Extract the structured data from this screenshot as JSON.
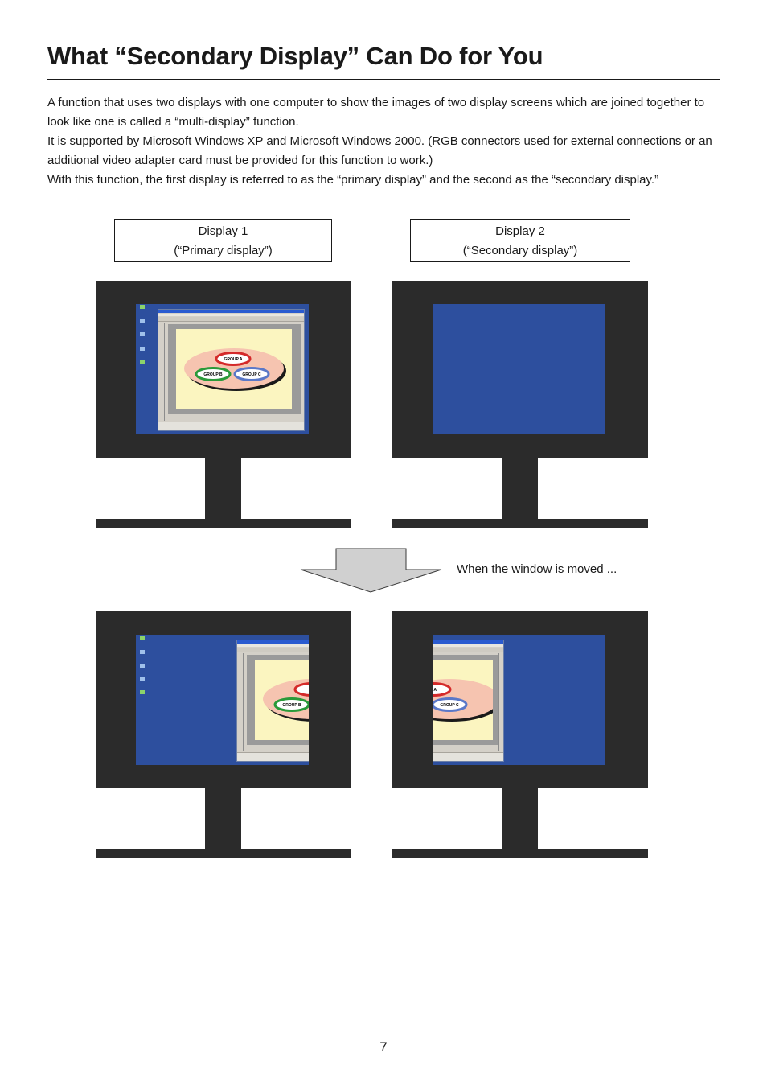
{
  "page": {
    "title": "What “Secondary Display” Can Do for You",
    "page_number": "7"
  },
  "intro": {
    "lines": [
      "A function that uses two displays with one computer to show the images of two display screens which are joined together to look like one is called a “multi-display” function.",
      "It is supported by Microsoft Windows XP and Microsoft Windows 2000. (RGB connectors used for external connections or an additional video adapter card must be provided for this function to work.)",
      "With this function, the first display is referred to as the “primary display” and the second as the “secondary display.”"
    ]
  },
  "labels": {
    "display1": {
      "line1": "Display 1",
      "line2": "(“Primary display”)"
    },
    "display2": {
      "line1": "Display 2",
      "line2": "(“Secondary display”)"
    }
  },
  "arrow": {
    "caption": "When the window is moved ..."
  },
  "colors": {
    "monitor": "#2b2b2b",
    "desktop": "#2d4f9e",
    "ellipse": "#f6c4b0",
    "group_a": "#d42a2a",
    "group_b": "#2a9a3a",
    "group_c": "#5a78c8",
    "arrow_fill": "#d0d0d0"
  },
  "diagram": {
    "group_a": "GROUP A",
    "group_b": "GROUP B",
    "group_c": "GROUP C",
    "group_a_partial": "P A"
  }
}
